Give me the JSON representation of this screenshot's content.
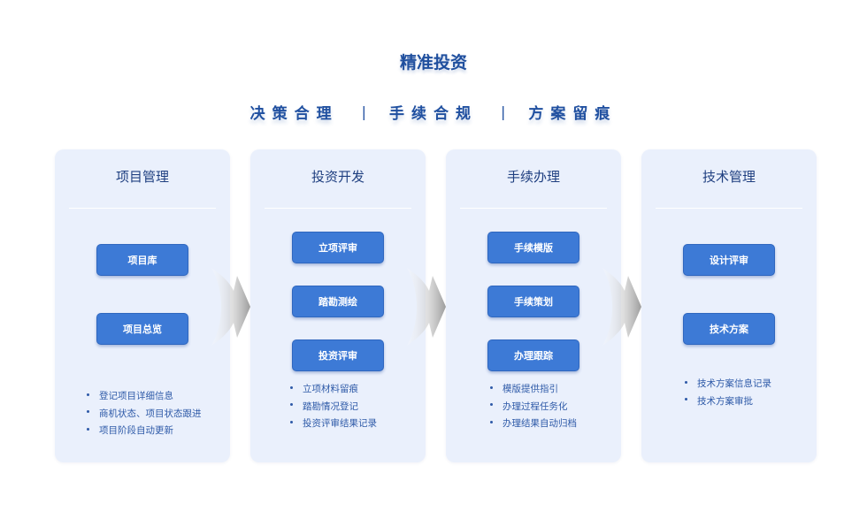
{
  "title": "精准投资",
  "slogans": [
    "决策合理",
    "手续合规",
    "方案留痕"
  ],
  "separator": "|",
  "cards": [
    {
      "title": "项目管理",
      "buttons": [
        "项目库",
        "项目总览"
      ],
      "bullets": [
        "登记项目详细信息",
        "商机状态、项目状态跟进",
        "项目阶段自动更新"
      ]
    },
    {
      "title": "投资开发",
      "buttons": [
        "立项评审",
        "踏勘测绘",
        "投资评审"
      ],
      "bullets": [
        "立项材料留痕",
        "踏勘情况登记",
        "投资评审结果记录"
      ]
    },
    {
      "title": "手续办理",
      "buttons": [
        "手续模版",
        "手续策划",
        "办理跟踪"
      ],
      "bullets": [
        "模版提供指引",
        "办理过程任务化",
        "办理结果自动归档"
      ]
    },
    {
      "title": "技术管理",
      "buttons": [
        "设计评审",
        "技术方案"
      ],
      "bullets": [
        "技术方案信息记录",
        "技术方案审批"
      ]
    }
  ],
  "colors": {
    "card_bg": "#eaf0fc",
    "button": "#3d7ad6",
    "title": "#1f4f9e",
    "bullet_text": "#2e5aa8"
  }
}
